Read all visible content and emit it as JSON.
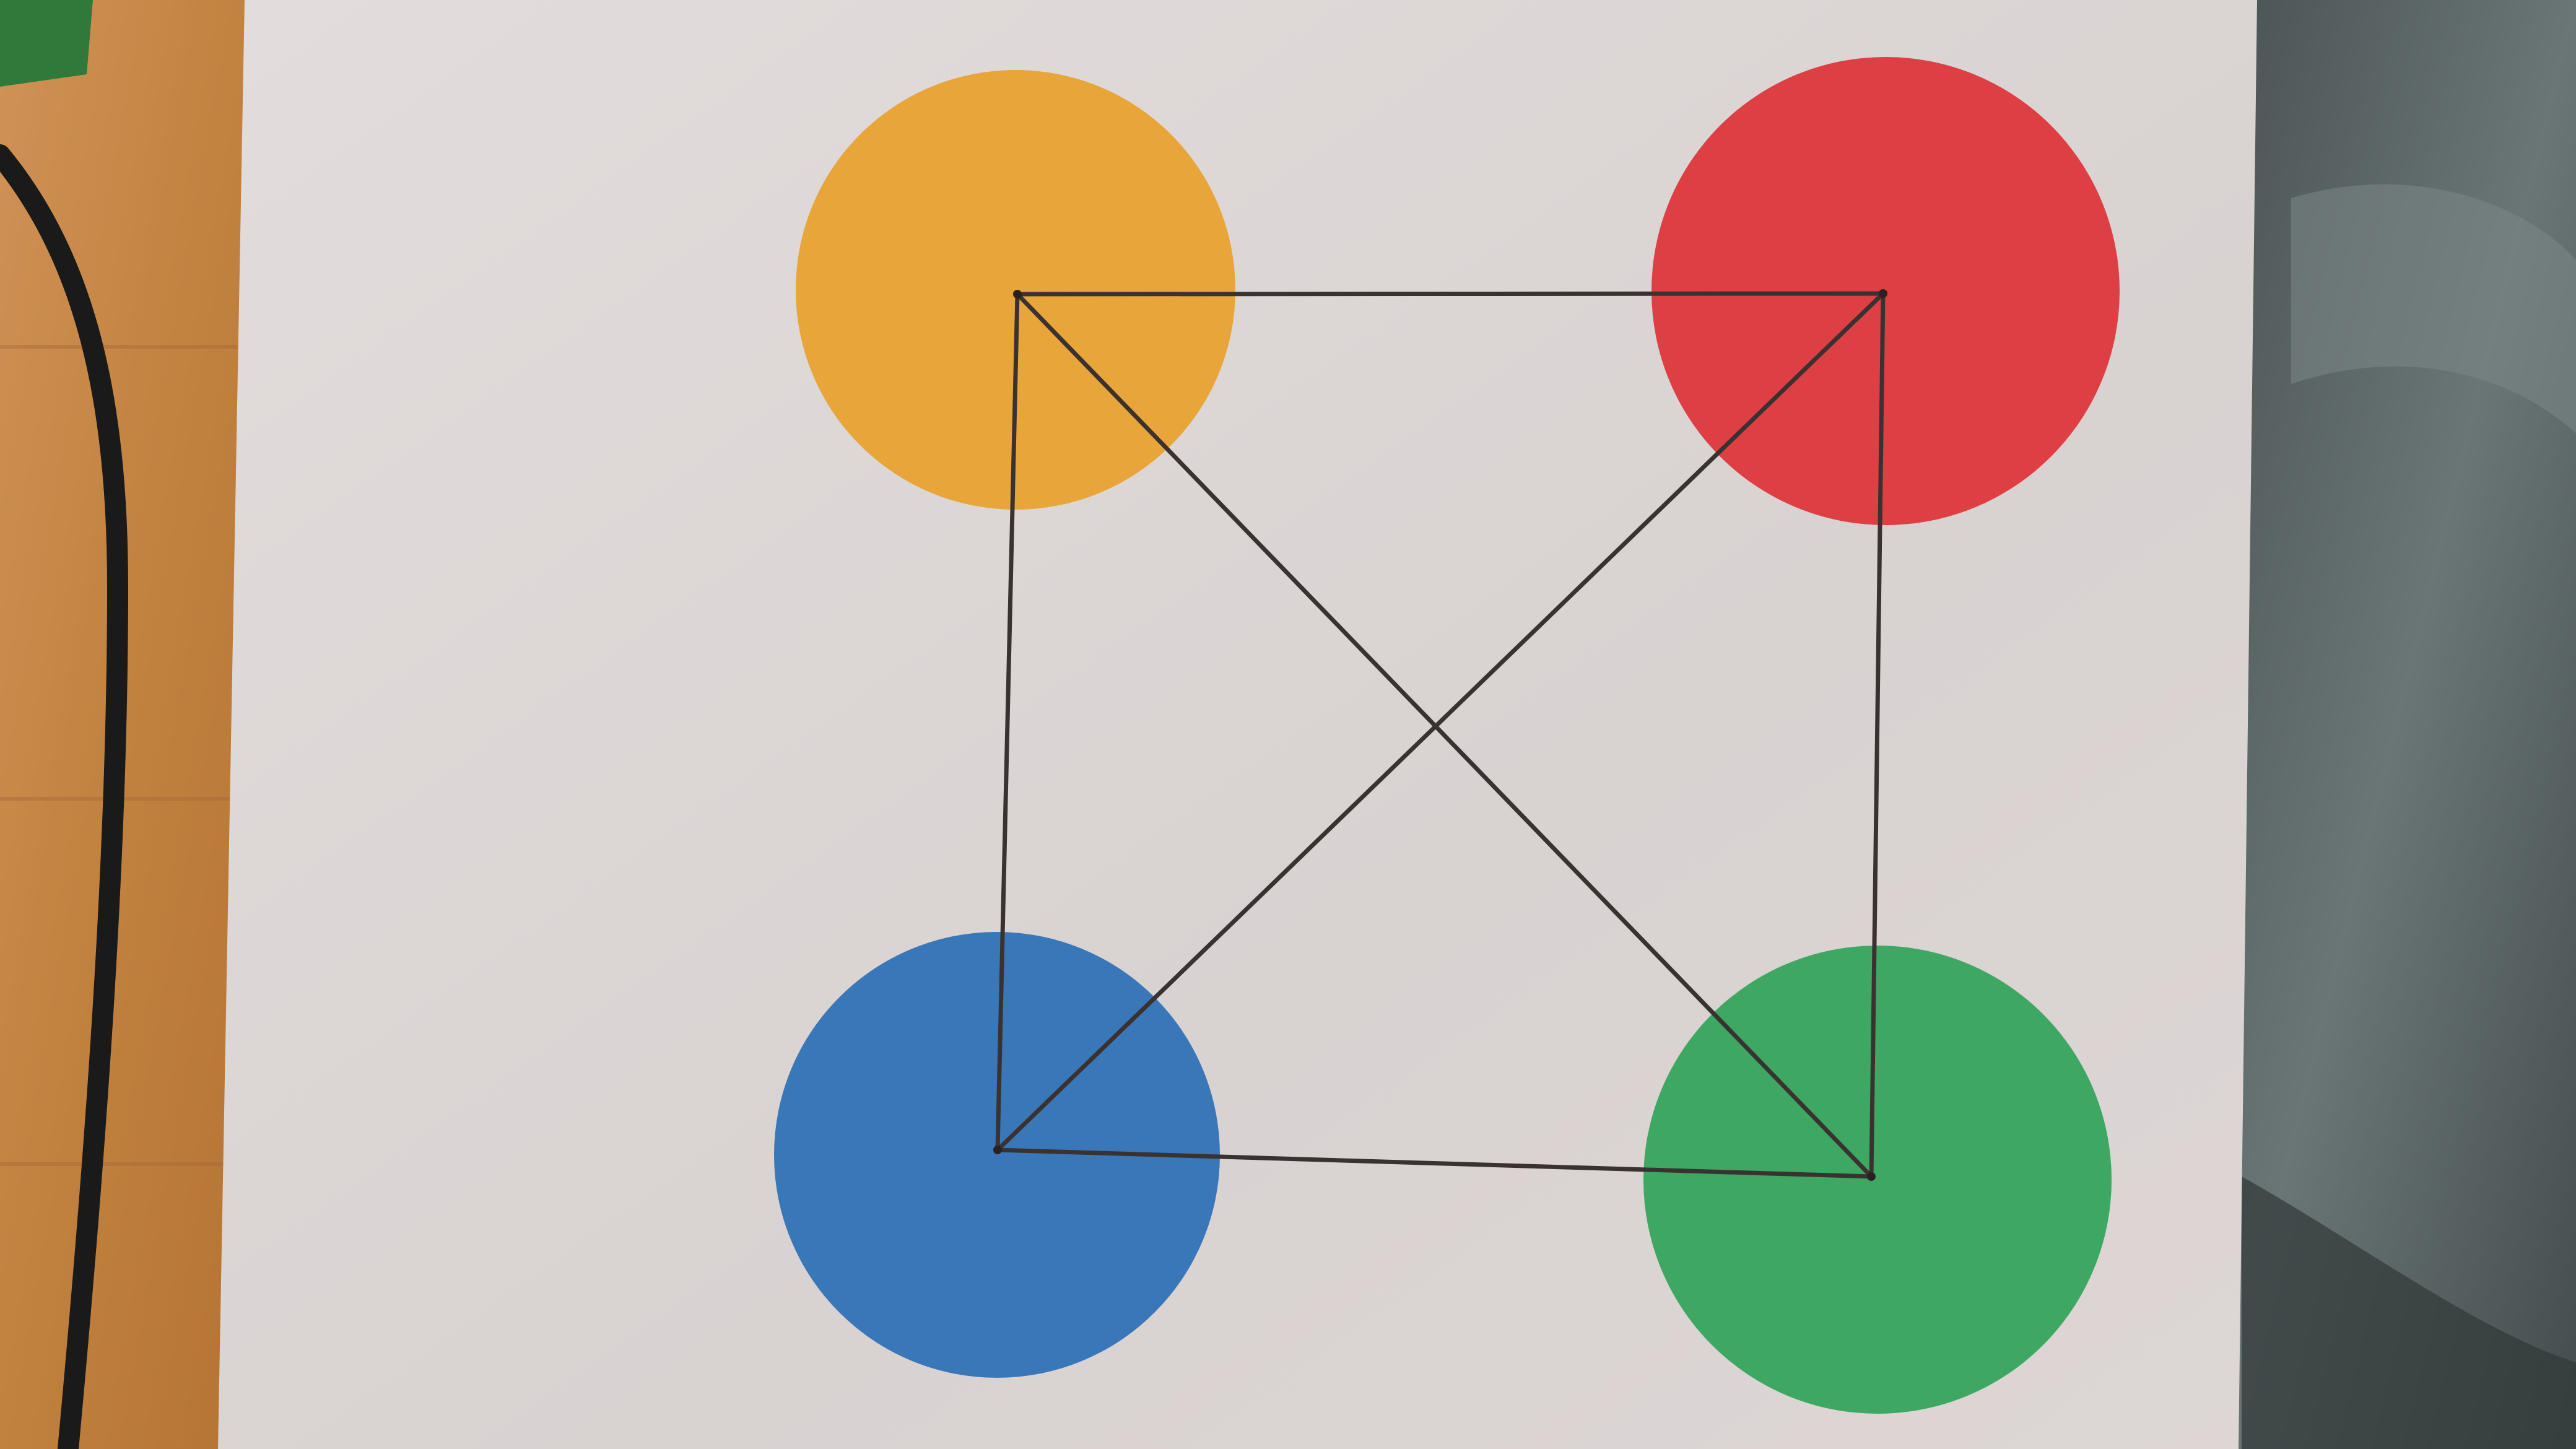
{
  "scene": {
    "description_type": "photo",
    "colors": {
      "table_wood": "#c98a4c",
      "table_wood_dark": "#a8683a",
      "cable": "#1e1e1e",
      "cloth": "#5f6a6a",
      "cloth_dark": "#3f4848",
      "paper": "#dcd7d6",
      "line": "#3a3230"
    },
    "circles": [
      {
        "name": "orange",
        "color": "#e8a53a"
      },
      {
        "name": "red",
        "color": "#de3f45"
      },
      {
        "name": "blue",
        "color": "#3a77b8"
      },
      {
        "name": "green",
        "color": "#3ea763"
      }
    ],
    "figure": {
      "shape": "square-with-diagonals",
      "vertex_count": 4
    }
  }
}
